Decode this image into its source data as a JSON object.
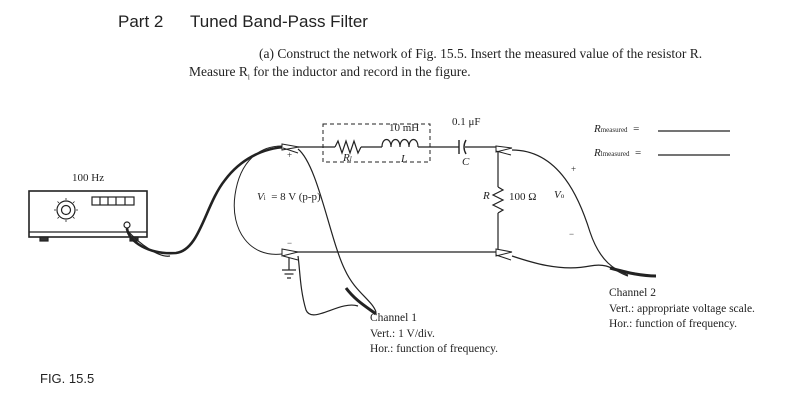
{
  "header": {
    "part": "Part 2",
    "title": "Tuned Band-Pass Filter"
  },
  "instructions": {
    "line1": "(a) Construct the network of Fig. 15.5. Insert the measured value of the resistor R.",
    "line2_prefix": "Measure R",
    "line2_sub": "l",
    "line2_suffix": " for the inductor and record in the figure."
  },
  "circuit": {
    "generator_freq": "100 Hz",
    "inductor_value": "10 mH",
    "inductor_r_label": "R",
    "inductor_r_sub": "l",
    "inductor_label": "L",
    "capacitor_value": "0.1 μF",
    "capacitor_label": "C",
    "resistor_label": "R",
    "resistor_value": "100 Ω",
    "vi_label": "V",
    "vi_sub": "i",
    "vi_value": "= 8 V (p-p)",
    "vo_label": "V",
    "vo_sub": "o",
    "plus": "+",
    "minus": "−"
  },
  "measurements": {
    "r_measured_label": "R",
    "r_measured_sub": "measured",
    "r_measured_eq": "=",
    "rl_measured_label": "R",
    "rl_measured_sub1": "l",
    "rl_measured_sub2": "measured",
    "rl_measured_eq": "="
  },
  "channel1": {
    "title": "Channel 1",
    "vert": "Vert.:  1 V/div.",
    "hor": "Hor.:  function of frequency."
  },
  "channel2": {
    "title": "Channel 2",
    "vert": "Vert.:  appropriate voltage scale.",
    "hor": "Hor.:  function of frequency."
  },
  "figure_label": "FIG. 15.5"
}
